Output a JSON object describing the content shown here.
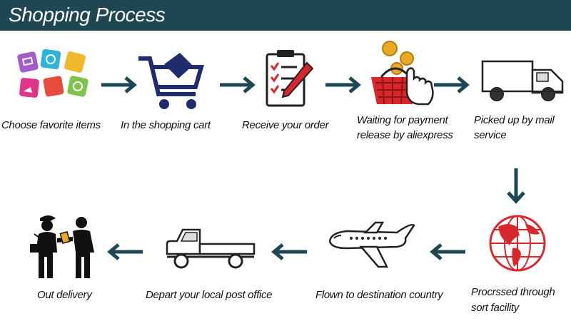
{
  "header": {
    "title": "Shopping Process"
  },
  "steps": [
    {
      "label": "Choose favorite items"
    },
    {
      "label": "In the shopping cart"
    },
    {
      "label": "Receive your order"
    },
    {
      "label_line1": "Waiting for payment",
      "label_line2": "release by aliexpress"
    },
    {
      "label_line1": "Picked up by mail",
      "label_line2": "service"
    },
    {
      "label_line1": "Procrssed through",
      "label_line2": "sort facility"
    },
    {
      "label": "Flown to destination country"
    },
    {
      "label": "Depart your local post office"
    },
    {
      "label": "Out delivery"
    }
  ],
  "colors": {
    "header_bg": "#1e4653",
    "arrow": "#1e4653",
    "accent_red": "#d9262b",
    "cart_blue": "#1f2d6e"
  }
}
